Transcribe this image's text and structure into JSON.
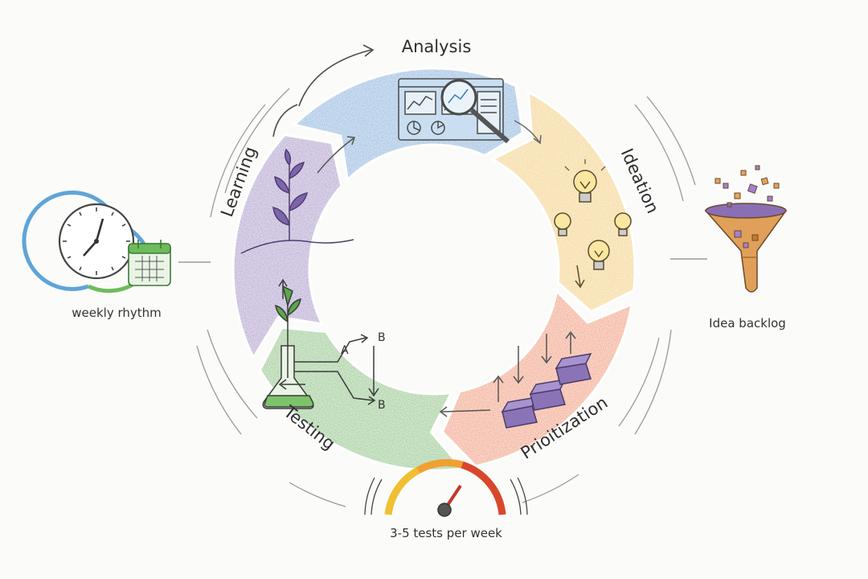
{
  "cycle": {
    "stages": [
      {
        "id": "analysis",
        "label": "Analysis",
        "color": "#5fa4d8"
      },
      {
        "id": "ideation",
        "label": "Ideation",
        "color": "#f2c94c"
      },
      {
        "id": "prioritization",
        "label": "Prioitization",
        "color": "#f0803c"
      },
      {
        "id": "testing",
        "label": "Testing",
        "color": "#6dbb5a"
      },
      {
        "id": "learning",
        "label": "Learning",
        "color": "#9b7fc4"
      }
    ]
  },
  "testing_icon": {
    "variant_a": "A",
    "variant_b1": "B",
    "variant_b2": "B"
  },
  "side_items": {
    "rhythm": {
      "label": "weekly rhythm",
      "icons": [
        "clock-icon",
        "calendar-icon"
      ]
    },
    "backlog": {
      "label": "Idea backlog",
      "icons": [
        "funnel-icon"
      ],
      "color": "#c9862f"
    },
    "pace": {
      "label": "3-5 tests per week",
      "icons": [
        "speedometer-icon"
      ]
    }
  },
  "colors": {
    "analysis": "#5fa4d8",
    "ideation": "#f2c94c",
    "prioritization": "#f0803c",
    "testing": "#6dbb5a",
    "learning": "#9b7fc4",
    "ink": "#444444"
  }
}
